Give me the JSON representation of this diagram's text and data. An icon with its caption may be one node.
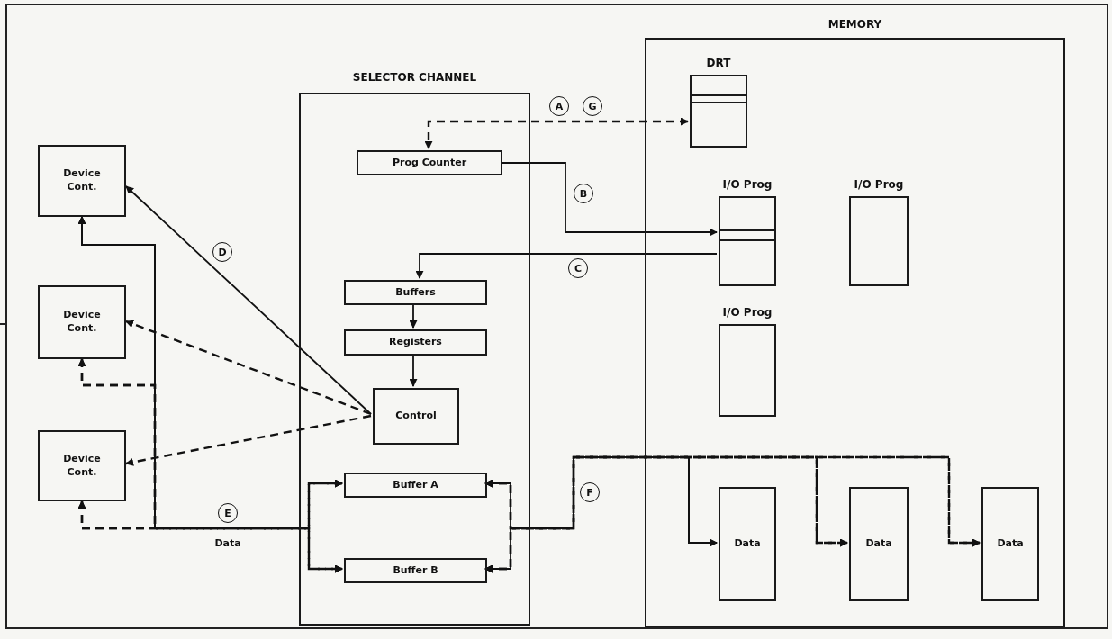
{
  "diagram": {
    "nodes": [
      {
        "text": [
          "SELECTOR CHANNEL"
        ]
      },
      {
        "text": [
          "Prog Counter"
        ],
        "in": 0
      },
      {
        "text": [
          "Buffers"
        ],
        "in": 0
      },
      {
        "text": [
          "Registers"
        ],
        "in": 0
      },
      {
        "text": [
          "Control"
        ],
        "in": 0
      },
      {
        "text": [
          "Buffer A"
        ],
        "in": 0
      },
      {
        "text": [
          "Buffer B"
        ],
        "in": 0
      },
      {
        "text": [
          "MEMORY"
        ]
      },
      {
        "text": [
          "DRT"
        ],
        "in": 7
      },
      {
        "text": [
          "I/O Prog"
        ],
        "in": 7
      },
      {
        "text": [
          "I/O Prog"
        ],
        "in": 7
      },
      {
        "text": [
          "I/O Prog"
        ],
        "in": 7
      },
      {
        "text": [
          "Data"
        ],
        "in": 7
      },
      {
        "text": [
          "Data"
        ],
        "in": 7
      },
      {
        "text": [
          "Data"
        ],
        "in": 7
      },
      {
        "text": [
          "Device Cont."
        ]
      },
      {
        "text": [
          "Device Cont."
        ]
      },
      {
        "text": [
          "Device Cont."
        ]
      }
    ],
    "edges": [
      {
        "from": 8,
        "to": 1,
        "arrow": "both",
        "style": "dashed"
      },
      {
        "from": 1,
        "to": 9,
        "arrow": "to"
      },
      {
        "from": 9,
        "to": 2,
        "arrow": "to"
      },
      {
        "from": 2,
        "to": 3,
        "arrow": "to"
      },
      {
        "from": 3,
        "to": 4,
        "arrow": "to"
      },
      {
        "from": 4,
        "to": 15,
        "arrow": "to"
      },
      {
        "from": 4,
        "to": 16,
        "arrow": "to",
        "style": "dashed"
      },
      {
        "from": 4,
        "to": 17,
        "arrow": "to",
        "style": "dashed"
      },
      {
        "from": 15,
        "to": 5,
        "arrow": "both"
      },
      {
        "from": 15,
        "to": 6,
        "arrow": "both"
      },
      {
        "from": 16,
        "to": 5,
        "arrow": "both",
        "style": "dashed"
      },
      {
        "from": 16,
        "to": 6,
        "arrow": "both",
        "style": "dashed"
      },
      {
        "from": 17,
        "to": 5,
        "arrow": "both",
        "style": "dashed"
      },
      {
        "from": 17,
        "to": 6,
        "arrow": "both",
        "style": "dashed"
      },
      {
        "from": 5,
        "to": 12,
        "arrow": "both"
      },
      {
        "from": 6,
        "to": 12,
        "arrow": "both"
      },
      {
        "from": 5,
        "to": 13,
        "arrow": "both",
        "style": "dashed"
      },
      {
        "from": 6,
        "to": 13,
        "arrow": "both",
        "style": "dashed"
      },
      {
        "from": 5,
        "to": 14,
        "arrow": "both",
        "style": "dashed"
      },
      {
        "from": 6,
        "to": 14,
        "arrow": "both",
        "style": "dashed"
      }
    ],
    "labels": [
      "A",
      "G",
      "B",
      "C",
      "D",
      "E",
      "Data",
      "F"
    ]
  }
}
